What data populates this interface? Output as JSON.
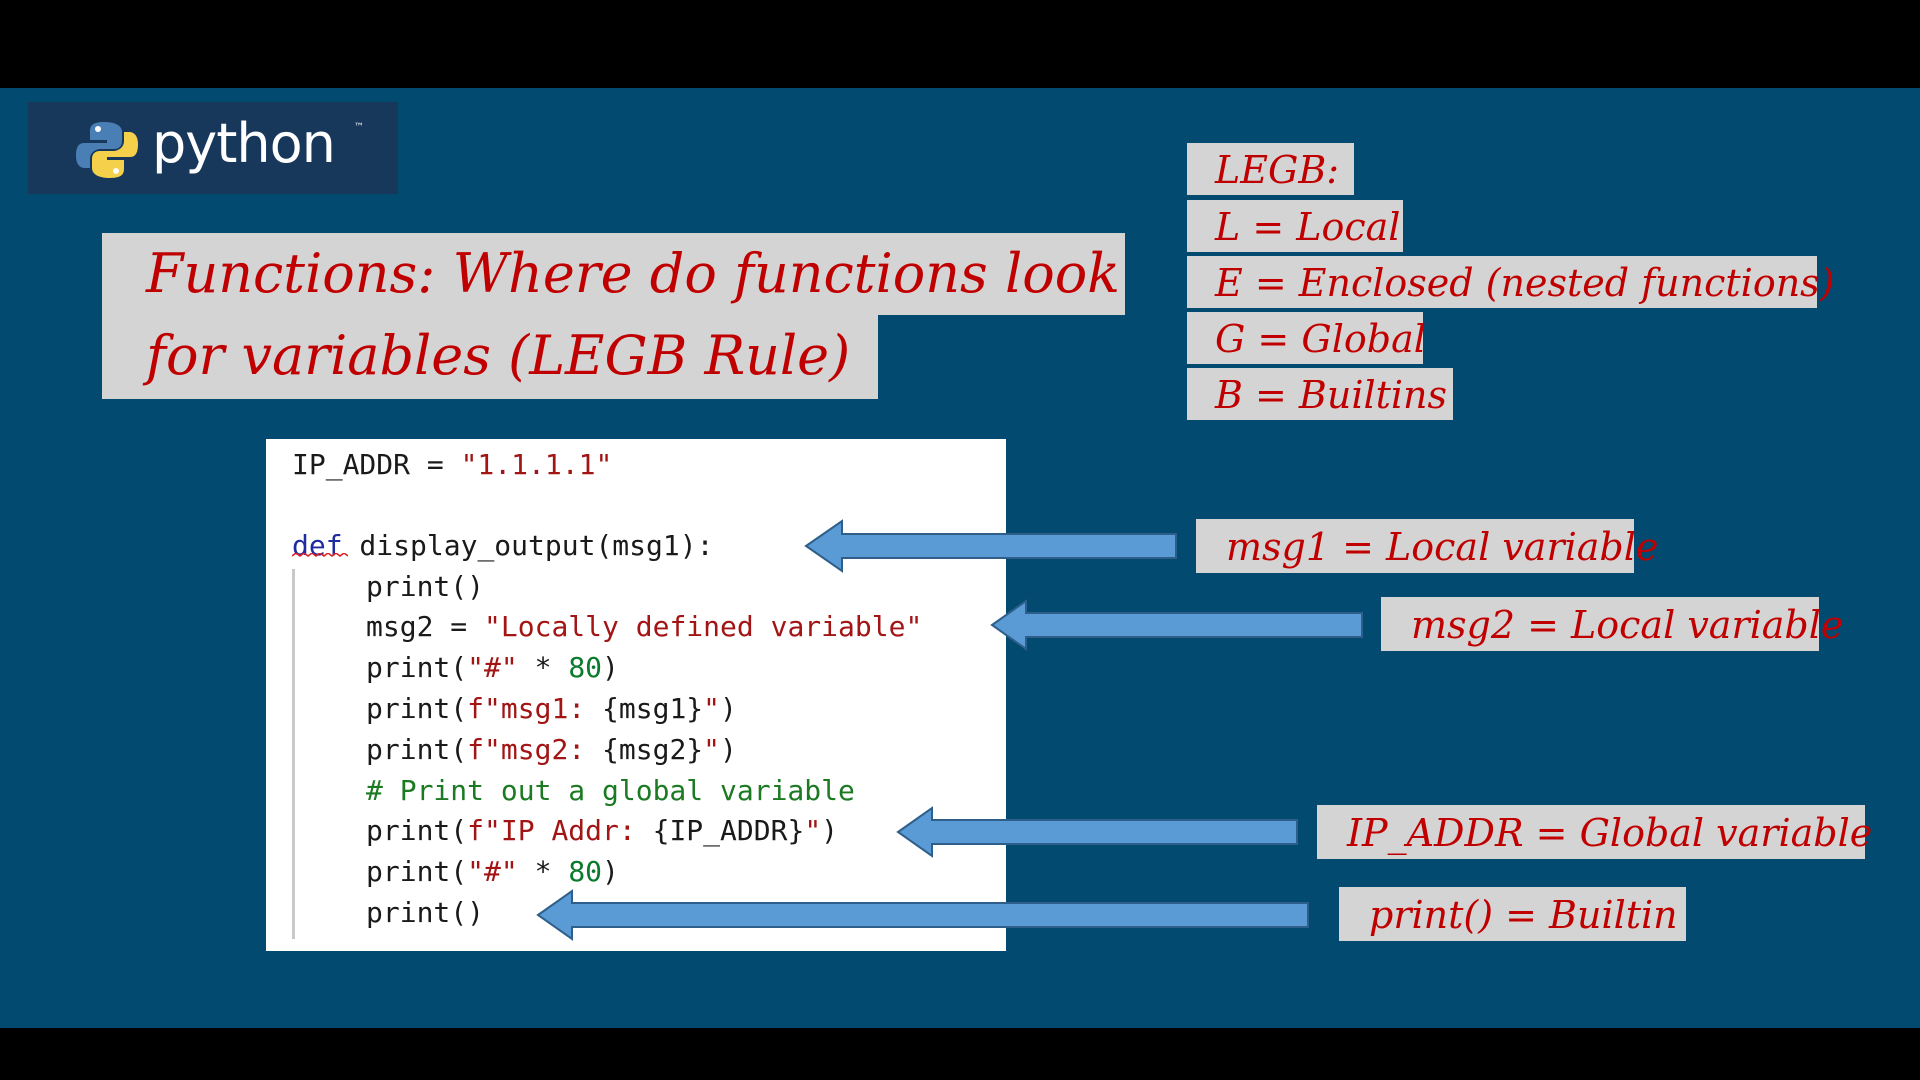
{
  "logo": {
    "text": "python",
    "tm": "™"
  },
  "title": {
    "line1": "Functions: Where do functions look",
    "line2": "for variables (LEGB Rule)"
  },
  "legb": {
    "heading": "LEGB:",
    "items": [
      "L = Local",
      "E = Enclosed (nested functions)",
      "G = Global",
      "B = Builtins"
    ]
  },
  "code": {
    "line1_name": "IP_ADDR = ",
    "line1_str": "\"1.1.1.1\"",
    "def_kw": "def",
    "def_rest": " display_output(msg1):",
    "print_empty": "print()",
    "msg2_name": "msg2 = ",
    "msg2_str": "\"Locally defined variable\"",
    "print_hash_a": "print(",
    "print_hash_str": "\"#\"",
    "print_hash_b": " * ",
    "print_hash_num": "80",
    "print_hash_c": ")",
    "fmsg1_a": "print(",
    "fmsg1_str": "f\"msg1: ",
    "fmsg1_var": "{msg1}",
    "fmsg1_end": "\"",
    "fmsg1_close": ")",
    "fmsg2_a": "print(",
    "fmsg2_str": "f\"msg2: ",
    "fmsg2_var": "{msg2}",
    "fmsg2_end": "\"",
    "fmsg2_close": ")",
    "comment": "# Print out a global variable",
    "fip_a": "print(",
    "fip_str": "f\"IP Addr: ",
    "fip_var": "{IP_ADDR}",
    "fip_end": "\"",
    "fip_close": ")",
    "print_last": "print()"
  },
  "notes": {
    "msg1": "msg1 = Local variable",
    "msg2": "msg2 = Local variable",
    "ip": "IP_ADDR = Global variable",
    "print": "print() = Builtin"
  },
  "colors": {
    "background": "#034a70",
    "label_bg": "#d4d4d4",
    "handwriting": "#c00000",
    "arrow": "#5b9bd5"
  }
}
